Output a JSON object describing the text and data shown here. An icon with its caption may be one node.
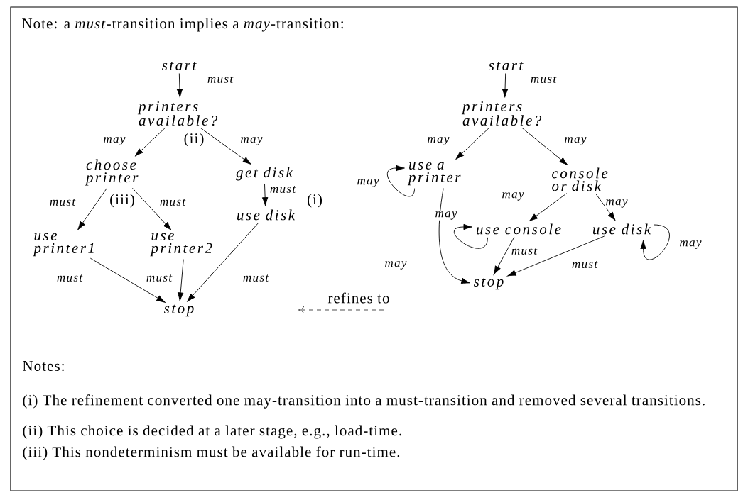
{
  "diagram": {
    "title": "Note: a *must*-transition implies a *may*-transition:",
    "nodes": [
      {
        "text": [
          "start"
        ]
      },
      {
        "text": [
          "printers available?"
        ]
      },
      {
        "text": [
          "choose printer"
        ]
      },
      {
        "text": [
          "get disk"
        ]
      },
      {
        "text": [
          "use disk"
        ]
      },
      {
        "text": [
          "use printer1"
        ]
      },
      {
        "text": [
          "use printer2"
        ]
      },
      {
        "text": [
          "stop"
        ]
      },
      {
        "text": [
          "start"
        ]
      },
      {
        "text": [
          "printers available?"
        ]
      },
      {
        "text": [
          "use a printer"
        ]
      },
      {
        "text": [
          "console or disk"
        ]
      },
      {
        "text": [
          "use console"
        ]
      },
      {
        "text": [
          "use disk"
        ]
      },
      {
        "text": [
          "stop"
        ]
      }
    ],
    "edges": [
      {
        "from": 0,
        "to": 1,
        "arrow": "to",
        "label": "must"
      },
      {
        "from": 1,
        "to": 2,
        "arrow": "to",
        "label": "may"
      },
      {
        "from": 1,
        "to": 3,
        "arrow": "to",
        "label": "may"
      },
      {
        "from": 2,
        "to": 5,
        "arrow": "to",
        "label": "must"
      },
      {
        "from": 2,
        "to": 6,
        "arrow": "to",
        "label": "must"
      },
      {
        "from": 3,
        "to": 4,
        "arrow": "to",
        "label": "must"
      },
      {
        "from": 5,
        "to": 7,
        "arrow": "to",
        "label": "must"
      },
      {
        "from": 6,
        "to": 7,
        "arrow": "to",
        "label": "must"
      },
      {
        "from": 4,
        "to": 7,
        "arrow": "to",
        "label": "must"
      },
      {
        "from": 8,
        "to": 9,
        "arrow": "to",
        "label": "must"
      },
      {
        "from": 9,
        "to": 10,
        "arrow": "to",
        "label": "may"
      },
      {
        "from": 9,
        "to": 11,
        "arrow": "to",
        "label": "may"
      },
      {
        "from": 10,
        "to": 10,
        "arrow": "to",
        "label": "may"
      },
      {
        "from": 10,
        "to": 14,
        "arrow": "to",
        "label": "may"
      },
      {
        "from": 11,
        "to": 12,
        "arrow": "to",
        "label": "may"
      },
      {
        "from": 11,
        "to": 13,
        "arrow": "to",
        "label": "may"
      },
      {
        "from": 12,
        "to": 12,
        "arrow": "to",
        "label": "may"
      },
      {
        "from": 13,
        "to": 13,
        "arrow": "to",
        "label": "may"
      },
      {
        "from": 12,
        "to": 14,
        "arrow": "to",
        "label": "must"
      },
      {
        "from": 13,
        "to": 14,
        "arrow": "to",
        "label": "must"
      }
    ],
    "labels": [
      "(ii)",
      "(iii)",
      "(i)",
      "refines to",
      "Notes:",
      "(i) The refinement converted one may-transition into a must-transition and removed several transitions.",
      "(ii) This choice is decided at a later stage, e.g., load-time.",
      "(iii) This nondeterminism must be available for run-time."
    ]
  }
}
